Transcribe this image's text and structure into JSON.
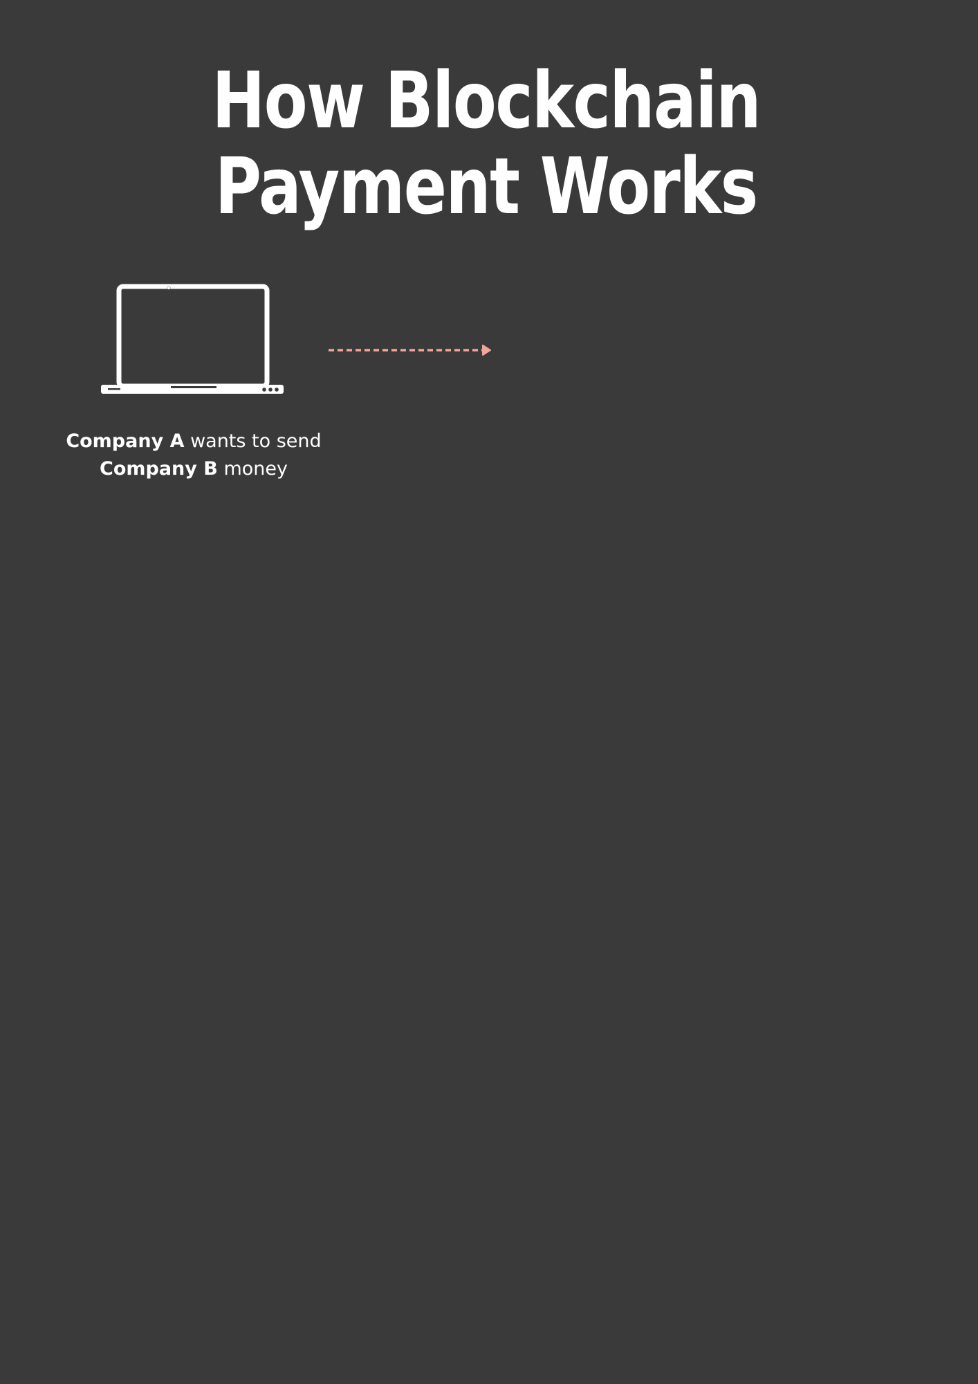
{
  "title": {
    "line1": "How Blockchain",
    "line2": "Payment Works"
  },
  "step1": {
    "icon": "laptop-icon",
    "caption": {
      "line1_bold": "Company A",
      "line1_rest": " wants to send",
      "line2_bold": "Company B",
      "line2_rest": " money"
    }
  },
  "arrow": {
    "icon": "dashed-arrow-right-icon",
    "color": "#f2a49a"
  },
  "colors": {
    "background": "#3a3a3a",
    "text": "#ffffff",
    "accent": "#f2a49a"
  }
}
